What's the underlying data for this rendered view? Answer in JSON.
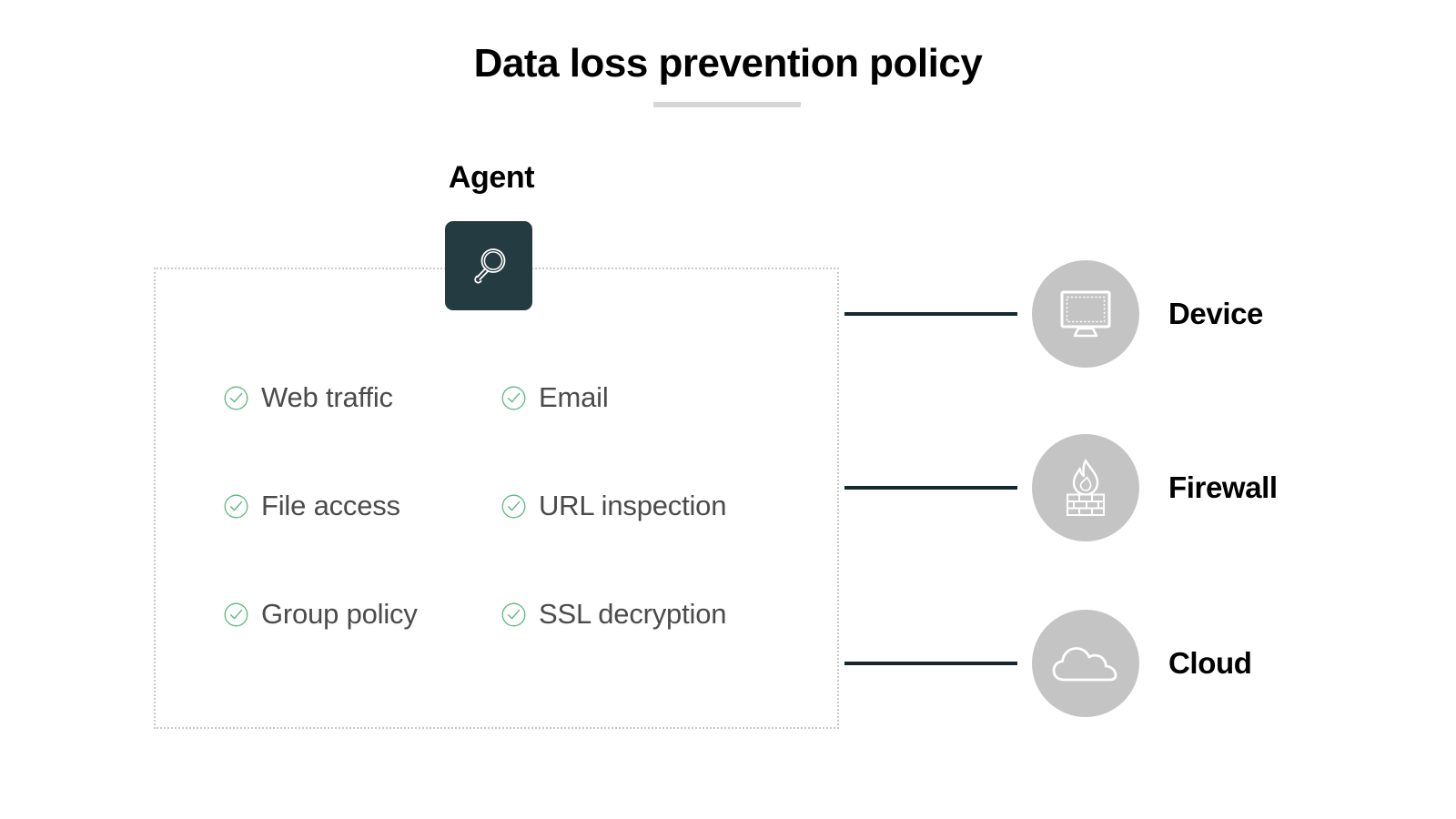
{
  "page": {
    "title": "Data loss prevention policy",
    "background_color": "#ffffff",
    "title_underline_color": "#d6d6d6"
  },
  "agent": {
    "label": "Agent",
    "icon": "magnifier-icon",
    "tile_color": "#253b42",
    "icon_color": "#ffffff",
    "container_border_color": "#c9c9c9",
    "container_border_style": "dotted"
  },
  "features": {
    "check_icon": "check-circle-icon",
    "check_color": "#52b47d",
    "label_color": "#4b4b4b",
    "rows": [
      [
        {
          "label": "Web traffic",
          "icon": "check-circle-icon",
          "checked": true
        },
        {
          "label": "Email",
          "icon": "check-circle-icon",
          "checked": true
        }
      ],
      [
        {
          "label": "File access",
          "icon": "check-circle-icon",
          "checked": true
        },
        {
          "label": "URL inspection",
          "icon": "check-circle-icon",
          "checked": true
        }
      ],
      [
        {
          "label": "Group policy",
          "icon": "check-circle-icon",
          "checked": true
        },
        {
          "label": "SSL decryption",
          "icon": "check-circle-icon",
          "checked": true
        }
      ]
    ]
  },
  "nodes": {
    "circle_color": "#c4c4c4",
    "line_color": "#15282e",
    "icon_color": "#ffffff",
    "label_color": "#000000",
    "items": [
      {
        "label": "Device",
        "icon": "monitor-icon"
      },
      {
        "label": "Firewall",
        "icon": "firewall-icon"
      },
      {
        "label": "Cloud",
        "icon": "cloud-icon"
      }
    ]
  }
}
